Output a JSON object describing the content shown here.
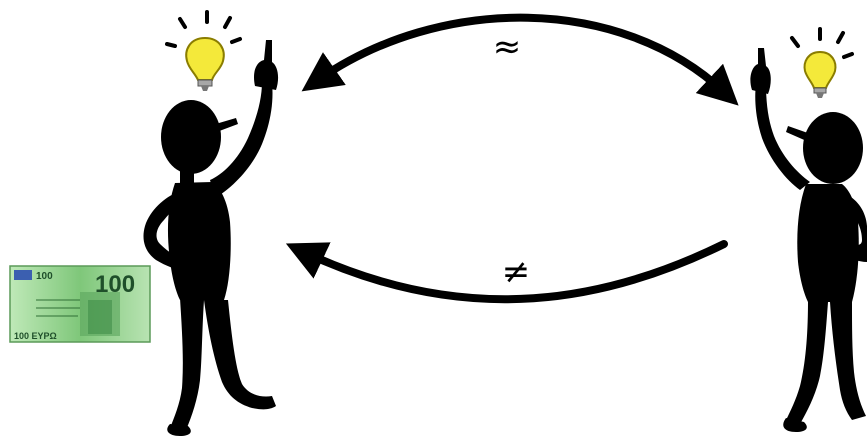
{
  "diagram": {
    "top_arrow_symbol": "≈",
    "bottom_arrow_symbol": "≠",
    "banknote": {
      "denomination_large": "100",
      "denomination_corner": "100",
      "denomination_small": "100 EYPΩ",
      "corner_mark": "100"
    }
  },
  "colors": {
    "figure": "#000000",
    "bulb": "#f4e93a",
    "bulb_outline": "#8a7d00",
    "note_base": "#8fd08a",
    "note_dark": "#3d8a45",
    "background": "#ffffff"
  }
}
